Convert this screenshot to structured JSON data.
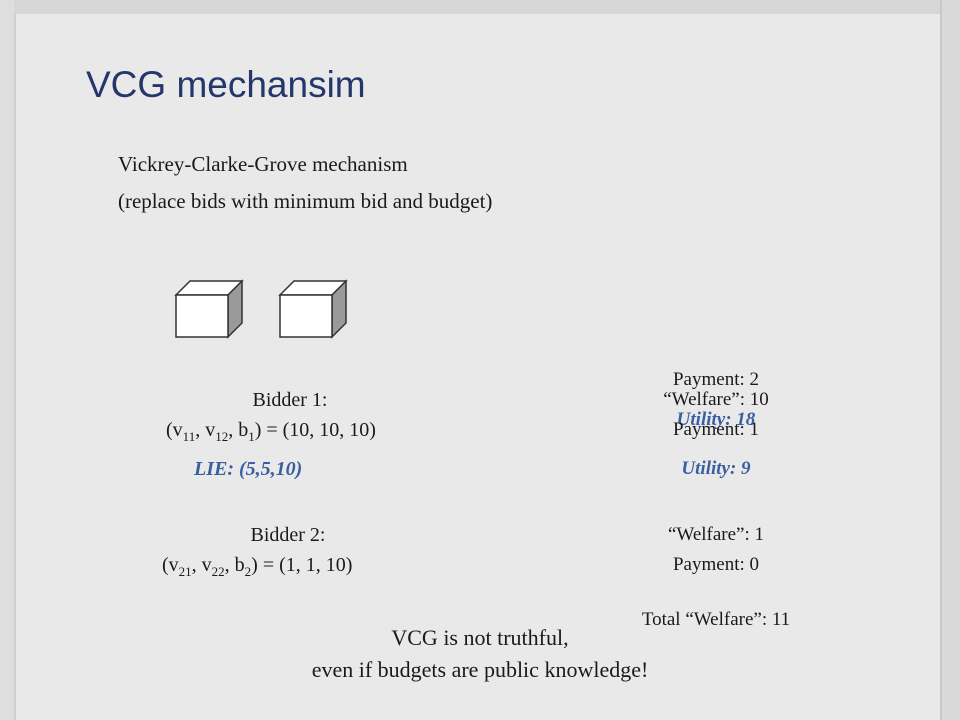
{
  "slide": {
    "title": "VCG mechansim",
    "line1": "Vickrey-Clarke-Grove mechanism",
    "line2": "(replace bids with minimum bid and budget)"
  },
  "bidder1": {
    "label": "Bidder 1:",
    "tuple_prefix": "(v",
    "sub1": "11",
    "sep1": ", v",
    "sub2": "12",
    "sep2": ", b",
    "sub3": "1",
    "tuple_suffix": ") = (10, 10, 10)",
    "lie": "LIE: (5,5,10)"
  },
  "bidder2": {
    "label": "Bidder 2:",
    "tuple_prefix": "(v",
    "sub1": "21",
    "sep1": ", v",
    "sub2": "22",
    "sep2": ", b",
    "sub3": "2",
    "tuple_suffix": ") = (1, 1, 10)"
  },
  "results": {
    "r1_payment_overlay": "Payment: 2",
    "r1_utility_overlay": "Utility: 18",
    "r1_welfare": "“Welfare”: 10",
    "r1_payment": "Payment: 1",
    "r1_utility": "Utility: 9",
    "r2_welfare": "“Welfare”: 1",
    "r2_payment": "Payment: 0",
    "total": "Total “Welfare”: 11"
  },
  "conclusion": {
    "line1": "VCG is not truthful,",
    "line2": "even if budgets are public knowledge!"
  },
  "icons": [
    "item-cube-icon",
    "item-cube-icon"
  ],
  "colors": {
    "title": "#24366b",
    "highlight": "#3a5fa0",
    "background": "#e9e9e9"
  }
}
